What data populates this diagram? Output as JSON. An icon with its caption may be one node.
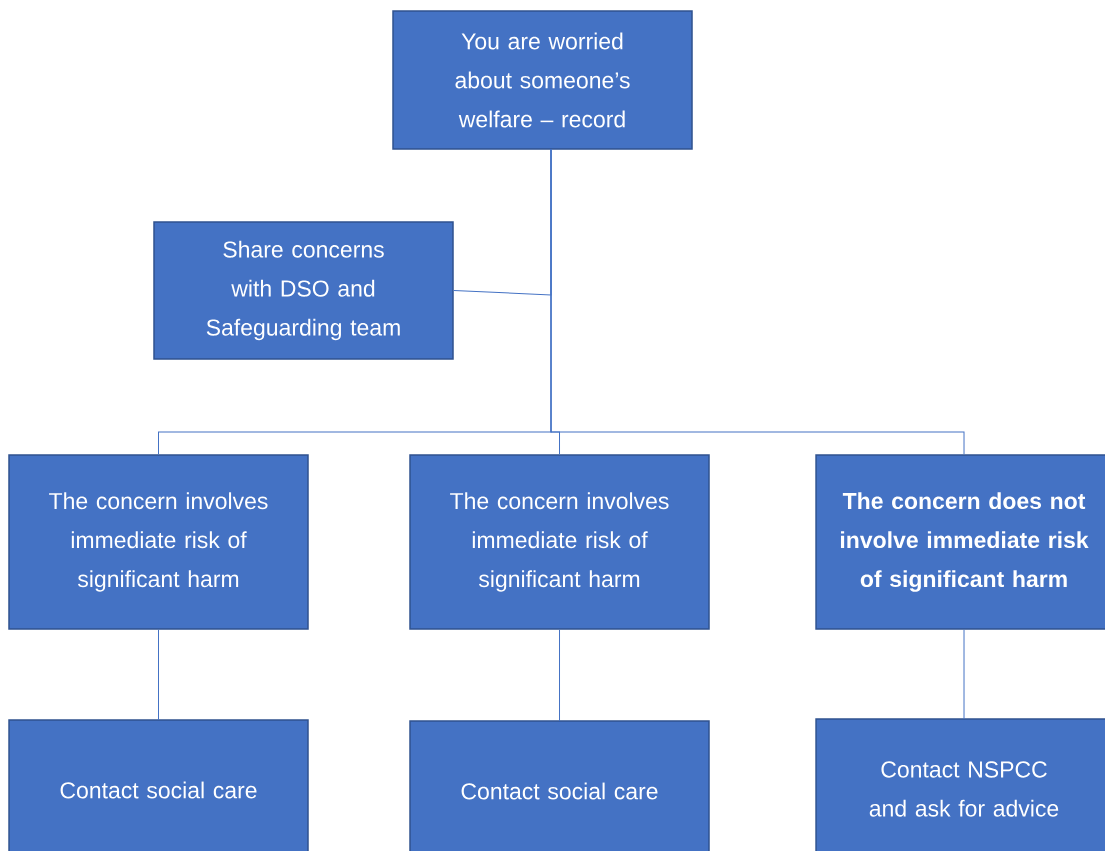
{
  "diagram": {
    "nodes": [
      {
        "text": [
          "You are worried about someone’s welfare – record"
        ]
      },
      {
        "text": [
          "Share concerns with DSO and Safeguarding team"
        ]
      },
      {
        "text": [
          "The concern involves immediate risk of significant harm"
        ]
      },
      {
        "text": [
          "The concern involves immediate risk of significant harm"
        ]
      },
      {
        "text": [
          "The concern does not involve immediate risk of significant harm"
        ]
      },
      {
        "text": [
          "Contact social care"
        ]
      },
      {
        "text": [
          "Contact social care"
        ]
      },
      {
        "text": [
          "Contact NSPCC and ask for advice"
        ]
      }
    ],
    "edges": [
      {
        "from": 0,
        "to": 1,
        "arrow": "none"
      },
      {
        "from": 0,
        "to": 2,
        "arrow": "none"
      },
      {
        "from": 0,
        "to": 3,
        "arrow": "none"
      },
      {
        "from": 0,
        "to": 4,
        "arrow": "none"
      },
      {
        "from": 2,
        "to": 5,
        "arrow": "none"
      },
      {
        "from": 3,
        "to": 6,
        "arrow": "none"
      },
      {
        "from": 4,
        "to": 7,
        "arrow": "none"
      }
    ]
  }
}
